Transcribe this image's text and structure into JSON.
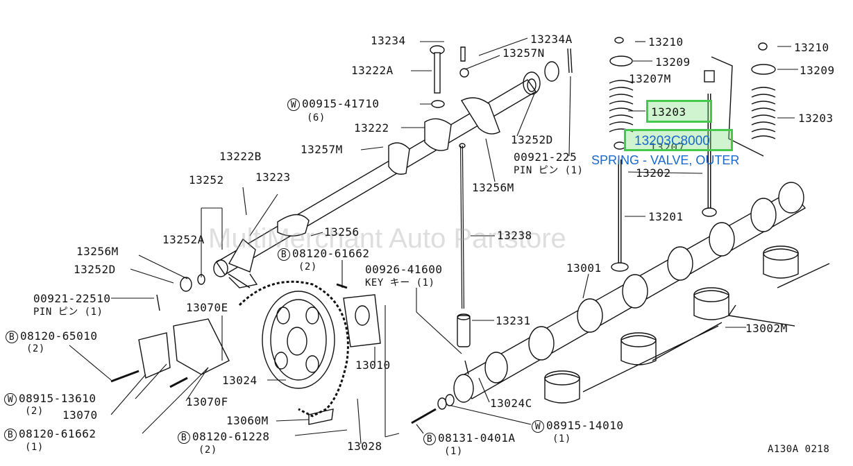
{
  "watermark": "MultiMerchant Auto Partstore",
  "figure_code": "A130A 0218",
  "highlight": {
    "selected_ref": "13203",
    "part_number": "13203C8000",
    "description": "SPRING - VALVE, OUTER"
  },
  "labels": {
    "p13234": "13234",
    "p13234A": "13234A",
    "p13257N": "13257N",
    "p13222A": "13222A",
    "p00915_41710": "00915-41710",
    "p00915_41710_qty": "(6)",
    "p13222": "13222",
    "p13252D_top": "13252D",
    "p00921_225_top": "00921-225",
    "pin_top": "PIN ピン (1)",
    "p13257M": "13257M",
    "p13222B": "13222B",
    "p13252": "13252",
    "p13223": "13223",
    "p13256M_top": "13256M",
    "p13256": "13256",
    "p13238": "13238",
    "p13252A": "13252A",
    "p13256M_left": "13256M",
    "p08120_61662_mid": "08120-61662",
    "p08120_61662_mid_qty": "(2)",
    "p13252D_left": "13252D",
    "p00926_41600": "00926-41600",
    "key": "KEY キー (1)",
    "p00921_22510": "00921-22510",
    "pin_left": "PIN ピン (1)",
    "p13070E": "13070E",
    "p08120_65010": "08120-65010",
    "p08120_65010_qty": "(2)",
    "p13231": "13231",
    "p13010": "13010",
    "p13024": "13024",
    "p08915_13610": "08915-13610",
    "p08915_13610_qty": "(2)",
    "p13070F": "13070F",
    "p13070": "13070",
    "p13060M": "13060M",
    "p13024C": "13024C",
    "p08915_14010": "08915-14010",
    "p08915_14010_qty": "(1)",
    "p08120_61662_bot": "08120-61662",
    "p08120_61662_bot_qty": "(1)",
    "p08120_61228": "08120-61228",
    "p08120_61228_qty": "(2)",
    "p13028": "13028",
    "p08131_0401A": "08131-0401A",
    "p08131_0401A_qty": "(1)",
    "p13210_a": "13210",
    "p13209_a": "13209",
    "p13207M": "13207M",
    "p13207": "13207",
    "p13202": "13202",
    "p13201": "13201",
    "p13210_b": "13210",
    "p13209_b": "13209",
    "p13203_b": "13203",
    "p13001": "13001",
    "p13002M": "13002M"
  },
  "circle_marks": {
    "washer": "W",
    "bolt": "B"
  }
}
